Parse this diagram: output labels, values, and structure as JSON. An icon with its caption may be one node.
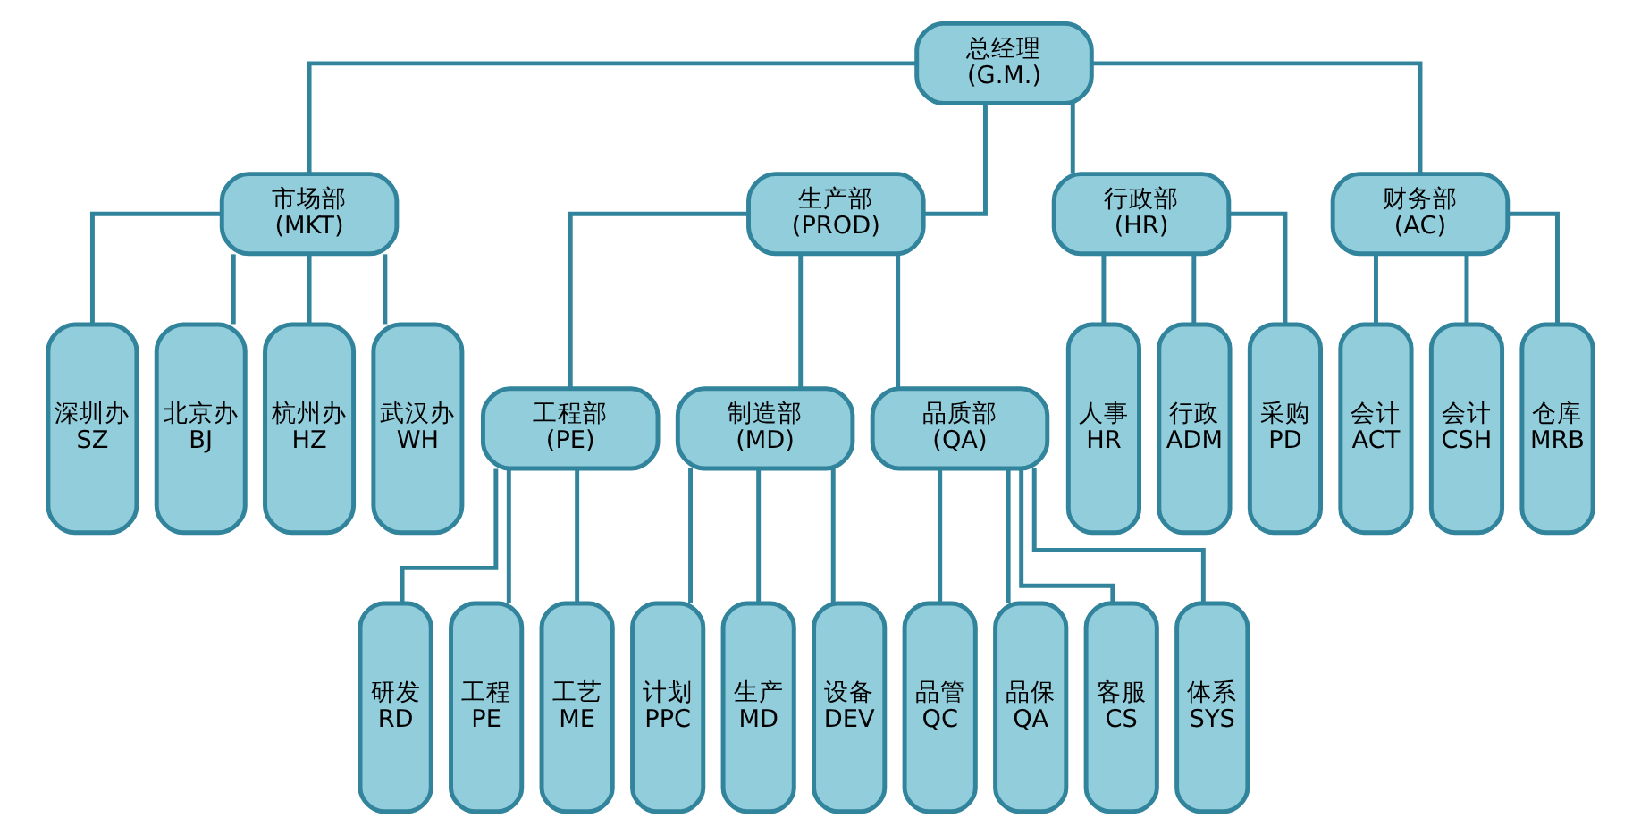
{
  "diagram": {
    "nodes": [
      {
        "text": [
          "总经理",
          "(G.M.)"
        ]
      },
      {
        "text": [
          "市场部",
          "(MKT)"
        ]
      },
      {
        "text": [
          "生产部",
          "(PROD)"
        ]
      },
      {
        "text": [
          "行政部",
          "(HR)"
        ]
      },
      {
        "text": [
          "财务部",
          "(AC)"
        ]
      },
      {
        "text": [
          "工程部",
          "(PE)"
        ]
      },
      {
        "text": [
          "制造部",
          "(MD)"
        ]
      },
      {
        "text": [
          "品质部",
          "(QA)"
        ]
      },
      {
        "text": [
          "深圳办",
          "SZ"
        ]
      },
      {
        "text": [
          "北京办",
          "BJ"
        ]
      },
      {
        "text": [
          "杭州办",
          "HZ"
        ]
      },
      {
        "text": [
          "武汉办",
          "WH"
        ]
      },
      {
        "text": [
          "研发",
          "RD"
        ]
      },
      {
        "text": [
          "工程",
          "PE"
        ]
      },
      {
        "text": [
          "工艺",
          "ME"
        ]
      },
      {
        "text": [
          "计划",
          "PPC"
        ]
      },
      {
        "text": [
          "生产",
          "MD"
        ]
      },
      {
        "text": [
          "设备",
          "DEV"
        ]
      },
      {
        "text": [
          "品管",
          "QC"
        ]
      },
      {
        "text": [
          "品保",
          "QA"
        ]
      },
      {
        "text": [
          "客服",
          "CS"
        ]
      },
      {
        "text": [
          "体系",
          "SYS"
        ]
      },
      {
        "text": [
          "人事",
          "HR"
        ]
      },
      {
        "text": [
          "行政",
          "ADM"
        ]
      },
      {
        "text": [
          "采购",
          "PD"
        ]
      },
      {
        "text": [
          "会计",
          "ACT"
        ]
      },
      {
        "text": [
          "会计",
          "CSH"
        ]
      },
      {
        "text": [
          "仓库",
          "MRB"
        ]
      }
    ],
    "edges": [
      {
        "from": 0,
        "to": 1,
        "arrow": "none"
      },
      {
        "from": 0,
        "to": 2,
        "arrow": "none"
      },
      {
        "from": 0,
        "to": 3,
        "arrow": "none"
      },
      {
        "from": 0,
        "to": 4,
        "arrow": "none"
      },
      {
        "from": 2,
        "to": 5,
        "arrow": "none"
      },
      {
        "from": 2,
        "to": 6,
        "arrow": "none"
      },
      {
        "from": 2,
        "to": 7,
        "arrow": "none"
      },
      {
        "from": 1,
        "to": 8,
        "arrow": "none"
      },
      {
        "from": 1,
        "to": 9,
        "arrow": "none"
      },
      {
        "from": 1,
        "to": 10,
        "arrow": "none"
      },
      {
        "from": 1,
        "to": 11,
        "arrow": "none"
      },
      {
        "from": 5,
        "to": 12,
        "arrow": "none"
      },
      {
        "from": 5,
        "to": 13,
        "arrow": "none"
      },
      {
        "from": 5,
        "to": 14,
        "arrow": "none"
      },
      {
        "from": 6,
        "to": 15,
        "arrow": "none"
      },
      {
        "from": 6,
        "to": 16,
        "arrow": "none"
      },
      {
        "from": 6,
        "to": 17,
        "arrow": "none"
      },
      {
        "from": 7,
        "to": 18,
        "arrow": "none"
      },
      {
        "from": 7,
        "to": 19,
        "arrow": "none"
      },
      {
        "from": 7,
        "to": 20,
        "arrow": "none"
      },
      {
        "from": 7,
        "to": 21,
        "arrow": "none"
      },
      {
        "from": 3,
        "to": 22,
        "arrow": "none"
      },
      {
        "from": 3,
        "to": 23,
        "arrow": "none"
      },
      {
        "from": 3,
        "to": 24,
        "arrow": "none"
      },
      {
        "from": 4,
        "to": 25,
        "arrow": "none"
      },
      {
        "from": 4,
        "to": 26,
        "arrow": "none"
      },
      {
        "from": 4,
        "to": 27,
        "arrow": "none"
      }
    ]
  }
}
